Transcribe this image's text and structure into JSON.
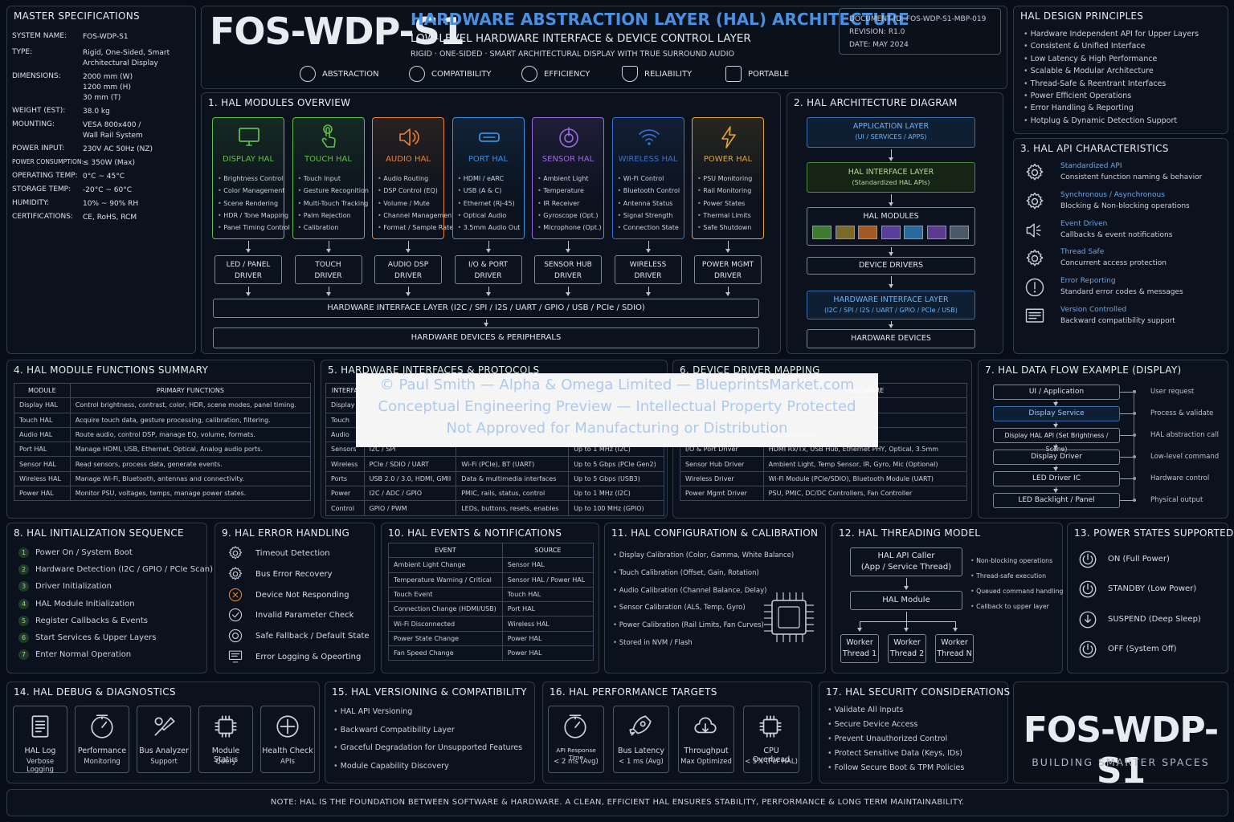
{
  "header": {
    "code": "FOS-WDP-S1",
    "title": "HARDWARE ABSTRACTION LAYER (HAL) ARCHITECTURE",
    "subtitle": "LOW-LEVEL HARDWARE INTERFACE & DEVICE CONTROL LAYER",
    "tagline": "RIGID · ONE-SIDED · SMART ARCHITECTURAL DISPLAY WITH TRUE SURROUND AUDIO",
    "pillars": [
      "ABSTRACTION",
      "COMPATIBILITY",
      "EFFICIENCY",
      "RELIABILITY",
      "PORTABLE"
    ],
    "doc": {
      "id": "DOCUMENT ID:  FOS-WDP-S1-MBP-019",
      "rev": "REVISION:   R1.0",
      "date": "DATE:   MAY 2024"
    }
  },
  "specs": {
    "title": "MASTER SPECIFICATIONS",
    "rows": [
      {
        "k": "SYSTEM NAME:",
        "v": "FOS-WDP-S1"
      },
      {
        "k": "TYPE:",
        "v": "Rigid, One-Sided, Smart\nArchitectural Display"
      },
      {
        "k": "DIMENSIONS:",
        "v": "2000 mm (W)\n1200 mm (H)\n30 mm (T)"
      },
      {
        "k": "WEIGHT (EST):",
        "v": "38.0 kg"
      },
      {
        "k": "MOUNTING:",
        "v": "VESA 800x400 /\nWall Rail System"
      },
      {
        "k": "POWER INPUT:",
        "v": "230V AC 50Hz (NZ)"
      },
      {
        "k": "POWER CONSUMPTION:",
        "v": "≤ 350W (Max)"
      },
      {
        "k": "OPERATING TEMP:",
        "v": "0°C ~ 45°C"
      },
      {
        "k": "STORAGE TEMP:",
        "v": "-20°C ~ 60°C"
      },
      {
        "k": "HUMIDITY:",
        "v": "10% ~ 90% RH"
      },
      {
        "k": "CERTIFICATIONS:",
        "v": "CE, RoHS, RCM"
      }
    ]
  },
  "principles": {
    "title": "HAL DESIGN PRINCIPLES",
    "items": [
      "Hardware Independent API for Upper Layers",
      "Consistent & Unified Interface",
      "Low Latency & High Performance",
      "Scalable & Modular Architecture",
      "Thread-Safe & Reentrant Interfaces",
      "Power Efficient Operations",
      "Error Handling & Reporting",
      "Hotplug & Dynamic Detection Support"
    ]
  },
  "modules": {
    "title": "1. HAL MODULES OVERVIEW",
    "items": [
      {
        "name": "DISPLAY HAL",
        "color": "#5fbf4a",
        "icon": "monitor-icon",
        "features": [
          "Brightness Control",
          "Color Management",
          "Scene Rendering",
          "HDR / Tone Mapping",
          "Panel Timing Control"
        ],
        "driver": "LED / PANEL\nDRIVER"
      },
      {
        "name": "TOUCH HAL",
        "color": "#5fbf4a",
        "icon": "touch-icon",
        "features": [
          "Touch Input",
          "Gesture Recognition",
          "Multi-Touch Tracking",
          "Palm Rejection",
          "Calibration"
        ],
        "driver": "TOUCH\nDRIVER"
      },
      {
        "name": "AUDIO HAL",
        "color": "#e8833a",
        "icon": "speaker-icon",
        "features": [
          "Audio Routing",
          "DSP Control (EQ)",
          "Volume / Mute",
          "Channel Management",
          "Format / Sample Rate"
        ],
        "driver": "AUDIO DSP\nDRIVER"
      },
      {
        "name": "PORT HAL",
        "color": "#3a8fe0",
        "icon": "port-icon",
        "features": [
          "HDMI / eARC",
          "USB (A & C)",
          "Ethernet (RJ-45)",
          "Optical Audio",
          "3.5mm Audio Out"
        ],
        "driver": "I/O & PORT\nDRIVER"
      },
      {
        "name": "SENSOR HAL",
        "color": "#9b6ae0",
        "icon": "sensor-icon",
        "features": [
          "Ambient Light",
          "Temperature",
          "IR Receiver",
          "Gyroscope (Opt.)",
          "Microphone (Opt.)"
        ],
        "driver": "SENSOR HUB\nDRIVER"
      },
      {
        "name": "WIRELESS HAL",
        "color": "#3a6fd0",
        "icon": "wifi-icon",
        "features": [
          "Wi-Fi Control",
          "Bluetooth Control",
          "Antenna Status",
          "Signal Strength",
          "Connection State"
        ],
        "driver": "WIRELESS\nDRIVER"
      },
      {
        "name": "POWER HAL",
        "color": "#e0a53a",
        "icon": "bolt-icon",
        "features": [
          "PSU Monitoring",
          "Rail Monitoring",
          "Power States",
          "Thermal Limits",
          "Safe Shutdown"
        ],
        "driver": "POWER MGMT\nDRIVER"
      }
    ],
    "hw_bar": "HARDWARE INTERFACE LAYER (I2C / SPI / I2S / UART / GPIO / USB / PCIe / SDIO)",
    "dev_bar": "HARDWARE DEVICES & PERIPHERALS"
  },
  "arch": {
    "title": "2. HAL ARCHITECTURE DIAGRAM",
    "app": {
      "l1": "APPLICATION LAYER",
      "l2": "(UI / SERVICES / APPS)"
    },
    "iface": {
      "l1": "HAL INTERFACE LAYER",
      "l2": "(Standardized HAL APIs)"
    },
    "mods": "HAL MODULES",
    "mod_colors": [
      "#3f7a32",
      "#7a6a2a",
      "#a25a22",
      "#5a3f9a",
      "#2a6a9a",
      "#5a3a8a",
      "#4a5868"
    ],
    "drivers": "DEVICE DRIVERS",
    "hwif": {
      "l1": "HARDWARE INTERFACE LAYER",
      "l2": "(I2C / SPI / I2S / UART / GPIO / PCIe / USB)"
    },
    "devices": "HARDWARE DEVICES"
  },
  "api": {
    "title": "3. HAL API CHARACTERISTICS",
    "items": [
      {
        "icon": "gear-icon",
        "t": "Standardized API",
        "d": "Consistent function naming & behavior"
      },
      {
        "icon": "sync-gear-icon",
        "t": "Synchronous / Asynchronous",
        "d": "Blocking & Non-blocking operations"
      },
      {
        "icon": "event-speaker-icon",
        "t": "Event Driven",
        "d": "Callbacks & event notifications"
      },
      {
        "icon": "thread-gear-icon",
        "t": "Thread Safe",
        "d": "Concurrent access protection"
      },
      {
        "icon": "alert-icon",
        "t": "Error Reporting",
        "d": "Standard error codes & messages"
      },
      {
        "icon": "version-icon",
        "t": "Version Controlled",
        "d": "Backward compatibility support"
      }
    ]
  },
  "funcs": {
    "title": "4. HAL MODULE FUNCTIONS SUMMARY",
    "headers": [
      "MODULE",
      "PRIMARY FUNCTIONS"
    ],
    "rows": [
      [
        "Display HAL",
        "Control brightness, contrast, color, HDR, scene modes, panel timing."
      ],
      [
        "Touch HAL",
        "Acquire touch data, gesture processing, calibration, filtering."
      ],
      [
        "Audio HAL",
        "Route audio, control DSP, manage EQ, volume, formats."
      ],
      [
        "Port HAL",
        "Manage HDMI, USB, Ethernet, Optical, Analog audio ports."
      ],
      [
        "Sensor HAL",
        "Read sensors, process data, generate events."
      ],
      [
        "Wireless HAL",
        "Manage Wi-Fi, Bluetooth, antennas and connectivity."
      ],
      [
        "Power HAL",
        "Monitor PSU, voltages, temps, manage power states."
      ]
    ]
  },
  "hwif": {
    "title": "5. HARDWARE INTERFACES & PROTOCOLS",
    "headers": [
      "INTERFA",
      "",
      "",
      ""
    ],
    "rows": [
      [
        "Display",
        "",
        "",
        ""
      ],
      [
        "Touch",
        "",
        "",
        ""
      ],
      [
        "Audio",
        "",
        "",
        ""
      ],
      [
        "Sensors",
        "I2C / SPI",
        "",
        "Up to 1 MHz (I2C)"
      ],
      [
        "Wireless",
        "PCIe / SDIO / UART",
        "Wi-Fi (PCIe), BT (UART)",
        "Up to 5 Gbps (PCIe Gen2)"
      ],
      [
        "Ports",
        "USB 2.0 / 3.0, HDMI, GMII",
        "Data & multimedia interfaces",
        "Up to 5 Gbps (USB3)"
      ],
      [
        "Power",
        "I2C / ADC / GPIO",
        "PMIC, rails, status, control",
        "Up to 1 MHz (I2C)"
      ],
      [
        "Control",
        "GPIO / PWM",
        "LEDs, buttons, resets, enables",
        "Up to 100 MHz (GPIO)"
      ]
    ]
  },
  "mapping": {
    "title": "6. DEVICE DRIVER MAPPING",
    "headers": [
      "",
      "HARDWARE"
    ],
    "rows": [
      [
        "",
        "Con, Timing Controller"
      ],
      [
        "",
        ""
      ],
      [
        "",
        "(EQ, Surround)"
      ],
      [
        "I/O & Port Driver",
        "HDMI Rx/Tx, USB Hub, Ethernet PHY, Optical, 3.5mm"
      ],
      [
        "Sensor Hub Driver",
        "Ambient Light, Temp Sensor, IR, Gyro, Mic (Optional)"
      ],
      [
        "Wireless Driver",
        "Wi-Fi Module (PCIe/SDIO), Bluetooth Module (UART)"
      ],
      [
        "Power Mgmt Driver",
        "PSU, PMIC, DC/DC Controllers, Fan Controller"
      ]
    ]
  },
  "dataflow": {
    "title": "7. HAL DATA FLOW EXAMPLE (DISPLAY)",
    "steps": [
      {
        "box": "UI / Application",
        "note": "User request"
      },
      {
        "box": "Display Service",
        "note": "Process & validate"
      },
      {
        "box": "Display HAL API (Set Brightness / Scene)",
        "note": "HAL abstraction call"
      },
      {
        "box": "Display Driver",
        "note": "Low-level command"
      },
      {
        "box": "LED Driver IC",
        "note": "Hardware control"
      },
      {
        "box": "LED Backlight / Panel",
        "note": "Physical output"
      }
    ]
  },
  "init": {
    "title": "8. HAL INITIALIZATION SEQUENCE",
    "steps": [
      "Power On / System Boot",
      "Hardware Detection (I2C / GPIO / PCIe Scan)",
      "Driver Initialization",
      "HAL Module Initialization",
      "Register Callbacks & Events",
      "Start Services & Upper Layers",
      "Enter Normal Operation"
    ]
  },
  "errors": {
    "title": "9. HAL ERROR HANDLING",
    "items": [
      {
        "icon": "timer-gear-icon",
        "t": "Timeout Detection"
      },
      {
        "icon": "recovery-gear-icon",
        "t": "Bus Error Recovery"
      },
      {
        "icon": "device-warning-icon",
        "t": "Device Not Responding"
      },
      {
        "icon": "parameter-check-icon",
        "t": "Invalid Parameter Check"
      },
      {
        "icon": "fallback-icon",
        "t": "Safe Fallback / Default State"
      },
      {
        "icon": "log-monitor-icon",
        "t": "Error Logging & Opeorting"
      }
    ]
  },
  "events": {
    "title": "10. HAL EVENTS & NOTIFICATIONS",
    "headers": [
      "EVENT",
      "SOURCE"
    ],
    "rows": [
      [
        "Ambient Light Change",
        "Sensor HAL"
      ],
      [
        "Temperature Warning / Critical",
        "Sensor HAL / Power HAL"
      ],
      [
        "Touch Event",
        "Touch HAL"
      ],
      [
        "Connection Change (HDMI/USB)",
        "Port HAL"
      ],
      [
        "Wi-Fi Disconnected",
        "Wireless HAL"
      ],
      [
        "Power State Change",
        "Power HAL"
      ],
      [
        "Fan Speed Change",
        "Power HAL"
      ]
    ]
  },
  "config": {
    "title": "11. HAL CONFIGURATION & CALIBRATION",
    "items": [
      "Display Calibration (Color, Gamma, White Balance)",
      "Touch Calibration (Offset, Gain, Rotation)",
      "Audio Calibration (Channel Balance, Delay)",
      "Sensor Calibration (ALS, Temp, Gyro)",
      "Power Calibration (Rail Limits, Fan Curves)",
      "Stored in NVM / Flash"
    ]
  },
  "threading": {
    "title": "12. HAL THREADING MODEL",
    "caller": "HAL API Caller\n(App / Service Thread)",
    "module": "HAL Module",
    "workers": [
      "Worker\nThread 1",
      "Worker\nThread 2",
      "Worker\nThread N"
    ],
    "notes": [
      "Non-blocking operations",
      "Thread-safe execution",
      "Queued command handling",
      "Callback to upper layer"
    ]
  },
  "power": {
    "title": "13. POWER STATES SUPPORTED",
    "states": [
      "ON (Full Power)",
      "STANDBY (Low Power)",
      "SUSPEND (Deep Sleep)",
      "OFF (System Off)"
    ]
  },
  "debug": {
    "title": "14. HAL DEBUG & DIAGNOSTICS",
    "items": [
      {
        "icon": "log-icon",
        "l1": "HAL Log",
        "l2": "Verbose Logging"
      },
      {
        "icon": "gauge-icon",
        "l1": "Performance",
        "l2": "Monitoring"
      },
      {
        "icon": "analyzer-icon",
        "l1": "Bus Analyzer",
        "l2": "Support"
      },
      {
        "icon": "chip-query-icon",
        "l1": "Module Status",
        "l2": "Query"
      },
      {
        "icon": "health-compass-icon",
        "l1": "Health Check",
        "l2": "APIs"
      }
    ]
  },
  "versioning": {
    "title": "15. HAL VERSIONING & COMPATIBILITY",
    "items": [
      "HAL API Versioning",
      "Backward Compatibility Layer",
      "Graceful Degradation for Unsupported Features",
      "Module Capability Discovery"
    ]
  },
  "perf": {
    "title": "16. HAL PERFORMANCE TARGETS",
    "items": [
      {
        "icon": "stopwatch-icon",
        "l1": "API Response Time",
        "l2": "< 2 ms (Avg)"
      },
      {
        "icon": "rocket-icon",
        "l1": "Bus Latency",
        "l2": "< 1 ms (Avg)"
      },
      {
        "icon": "cloud-icon",
        "l1": "Throughput",
        "l2": "Max Optimized"
      },
      {
        "icon": "cpu-icon",
        "l1": "CPU Overhead",
        "l2": "< 5% (Per HAL)"
      }
    ]
  },
  "security": {
    "title": "17. HAL SECURITY CONSIDERATIONS",
    "items": [
      "Validate All Inputs",
      "Secure Device Access",
      "Prevent Unauthorized Control",
      "Protect Sensitive Data (Keys, IDs)",
      "Follow Secure Boot & TPM Policies"
    ]
  },
  "brand": {
    "name": "FOS-WDP-S1",
    "slogan": "BUILDING SMARTER SPACES"
  },
  "watermark": {
    "l1": "© Paul Smith — Alpha & Omega Limited — BlueprintsMarket.com",
    "l2": "Conceptual Engineering Preview — Intellectual Property Protected",
    "l3": "Not Approved for Manufacturing or Distribution"
  },
  "note": "NOTE: HAL IS THE FOUNDATION BETWEEN SOFTWARE & HARDWARE. A CLEAN, EFFICIENT HAL ENSURES STABILITY, PERFORMANCE & LONG TERM MAINTAINABILITY."
}
